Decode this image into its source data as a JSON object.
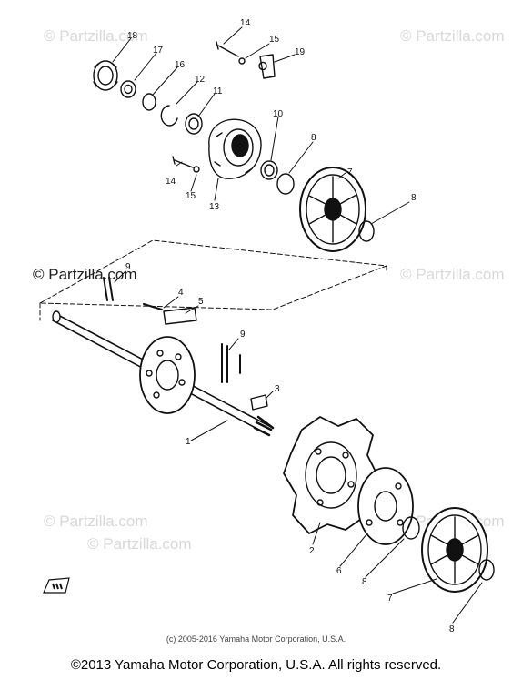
{
  "watermarks": [
    {
      "text": "© Partzilla.com"
    },
    {
      "text": "© Partzilla.com"
    },
    {
      "text": "© Partzilla.com"
    },
    {
      "text": "© Partzilla.com"
    },
    {
      "text": "© Partzilla.com"
    },
    {
      "text": "© Partzilla.com"
    },
    {
      "text": "© Partzilla.com"
    }
  ],
  "part_labels": {
    "p1": "1",
    "p2": "2",
    "p3": "3",
    "p4": "4",
    "p5": "5",
    "p6": "6",
    "p7a": "7",
    "p7b": "7",
    "p8a": "8",
    "p8b": "8",
    "p8c": "8",
    "p8d": "8",
    "p9a": "9",
    "p9b": "9",
    "p10": "10",
    "p11": "11",
    "p12": "12",
    "p13": "13",
    "p14a": "14",
    "p14b": "14",
    "p15a": "15",
    "p15b": "15",
    "p16": "16",
    "p17": "17",
    "p18": "18",
    "p19": "19"
  },
  "copyright_small": "(c) 2005-2016 Yamaha Motor Corporation, U.S.A.",
  "copyright_main": "©2013 Yamaha Motor Corporation, U.S.A. All rights reserved.",
  "colors": {
    "ink": "#111111",
    "watermark": "#d8d8d8"
  }
}
